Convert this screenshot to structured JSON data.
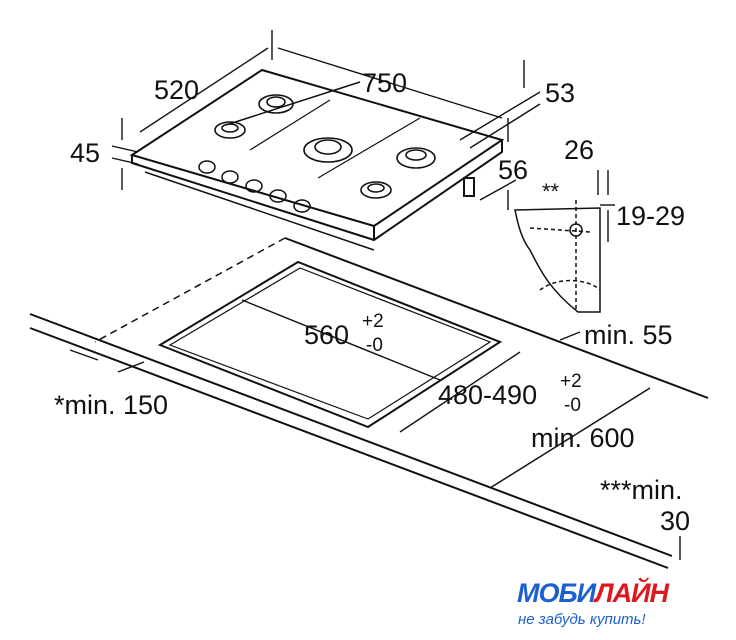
{
  "dimensions": {
    "depth": "520",
    "width": "750",
    "clearance_top": "53",
    "height": "45",
    "base_height": "56",
    "clip_width": "26",
    "clip_mark": "**",
    "worktop_thickness": "19-29",
    "min_front": "min. 55",
    "cutout_width": "560",
    "cutout_width_tol_plus": "+2",
    "cutout_width_tol_minus": "-0",
    "cutout_depth": "480-490",
    "cutout_depth_tol_plus": "+2",
    "cutout_depth_tol_minus": "-0",
    "min_side": "*min. 150",
    "min_depth": "min. 600",
    "min_wall_1": "***min.",
    "min_wall_2": "30"
  },
  "logo": {
    "part_blue": "МОБИ",
    "part_red": "ЛАЙН",
    "tagline": "не забудь купить!"
  },
  "colors": {
    "line": "#111111",
    "logo_blue": "#1c5fd0",
    "logo_red": "#e0161c"
  }
}
